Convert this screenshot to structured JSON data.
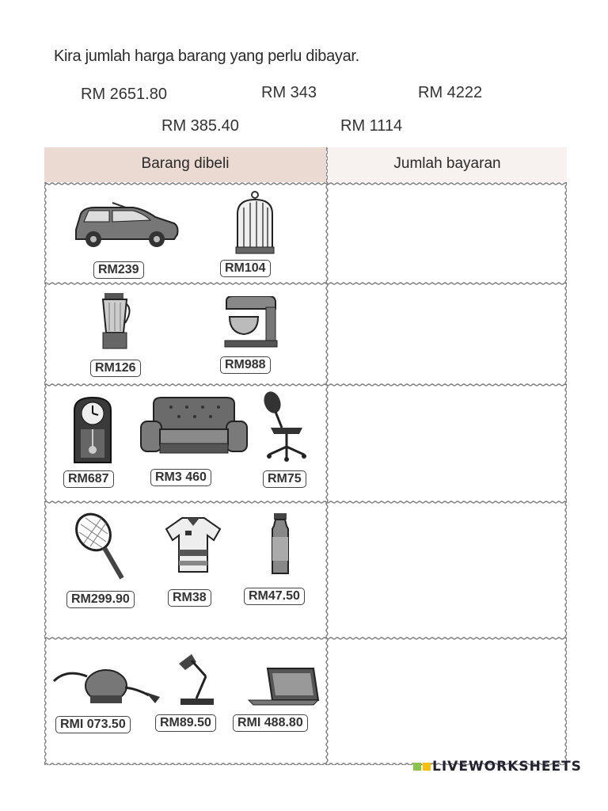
{
  "title": "Kira jumlah harga barang yang perlu dibayar.",
  "answer_options": [
    "RM 2651.80",
    "RM 343",
    "RM 4222",
    "RM 385.40",
    "RM 1114"
  ],
  "table": {
    "headers": [
      "Barang dibeli",
      "Jumlah bayaran"
    ],
    "rows": [
      {
        "items": [
          {
            "icon": "car-icon",
            "price": "RM239"
          },
          {
            "icon": "birdcage-icon",
            "price": "RM104"
          }
        ]
      },
      {
        "items": [
          {
            "icon": "blender-icon",
            "price": "RM126"
          },
          {
            "icon": "stand-mixer-icon",
            "price": "RM988"
          }
        ]
      },
      {
        "items": [
          {
            "icon": "pendulum-clock-icon",
            "price": "RM687"
          },
          {
            "icon": "sofa-icon",
            "price": "RM3 460"
          },
          {
            "icon": "office-chair-icon",
            "price": "RM75"
          }
        ]
      },
      {
        "items": [
          {
            "icon": "tennis-racket-icon",
            "price": "RM299.90"
          },
          {
            "icon": "polo-shirt-icon",
            "price": "RM38"
          },
          {
            "icon": "water-bottle-icon",
            "price": "RM47.50"
          }
        ]
      },
      {
        "items": [
          {
            "icon": "vacuum-cleaner-icon",
            "price": "RMI 073.50"
          },
          {
            "icon": "desk-lamp-icon",
            "price": "RM89.50"
          },
          {
            "icon": "tablet-icon",
            "price": "RMI 488.80"
          }
        ]
      }
    ]
  },
  "watermark": "LIVEWORKSHEETS",
  "colors": {
    "header_bg": "#eadad2",
    "border": "#7a7a7a",
    "text": "#2a2a2a"
  }
}
